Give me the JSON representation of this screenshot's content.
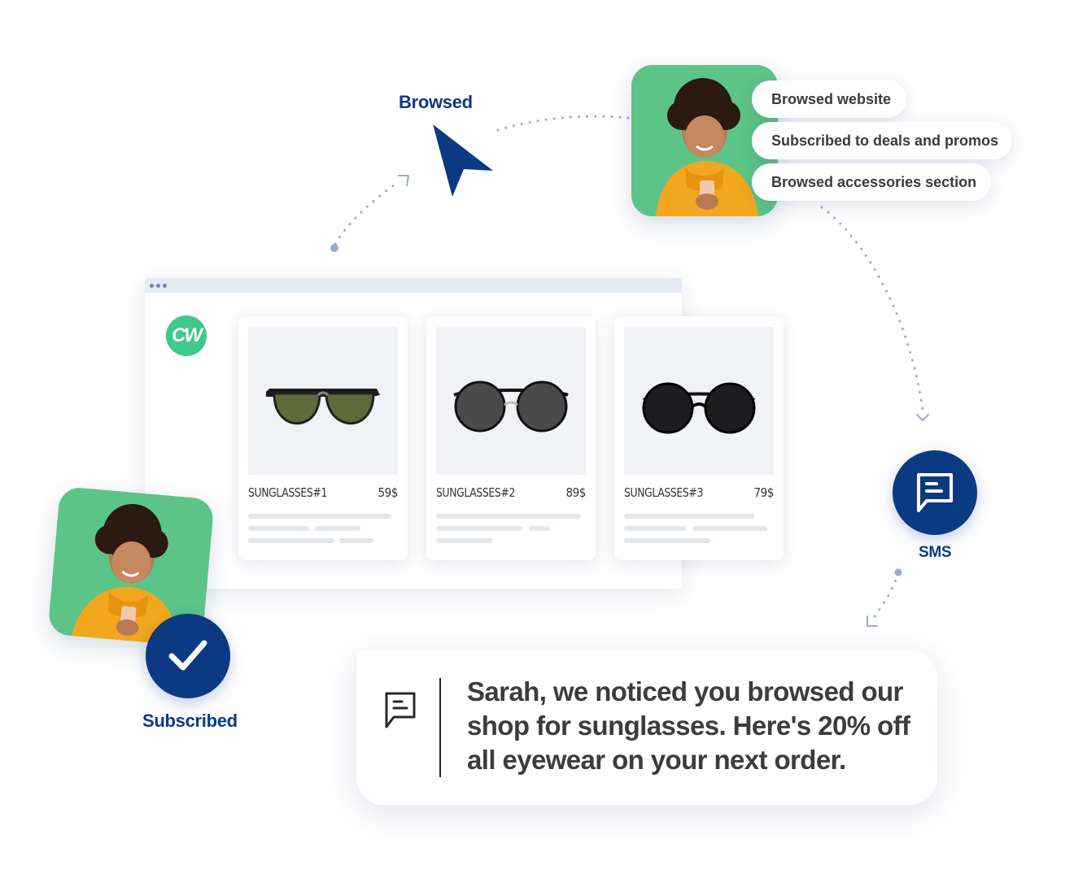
{
  "flow": {
    "browsed_label": "Browsed",
    "sms_label": "SMS",
    "subscribed_label": "Subscribed"
  },
  "profile": {
    "tags": [
      "Browsed website",
      "Subscribed to deals and promos",
      "Browsed accessories section"
    ]
  },
  "shop": {
    "logo_text": "CW",
    "products": [
      {
        "name": "SUNGLASSES#1",
        "price": "59$"
      },
      {
        "name": "SUNGLASSES#2",
        "price": "89$"
      },
      {
        "name": "SUNGLASSES#3",
        "price": "79$"
      }
    ]
  },
  "message": {
    "text": "Sarah, we noticed you browsed our shop for sunglasses.  Here's 20% off all eyewear on your next order."
  },
  "colors": {
    "brand_navy": "#0b3a82",
    "photo_green": "#5cc487",
    "logo_green": "#3fc98a",
    "dotted_path": "#9aaccc"
  },
  "icons": [
    "cursor-arrow-icon",
    "chat-icon",
    "check-icon",
    "browser-dots-icon"
  ]
}
